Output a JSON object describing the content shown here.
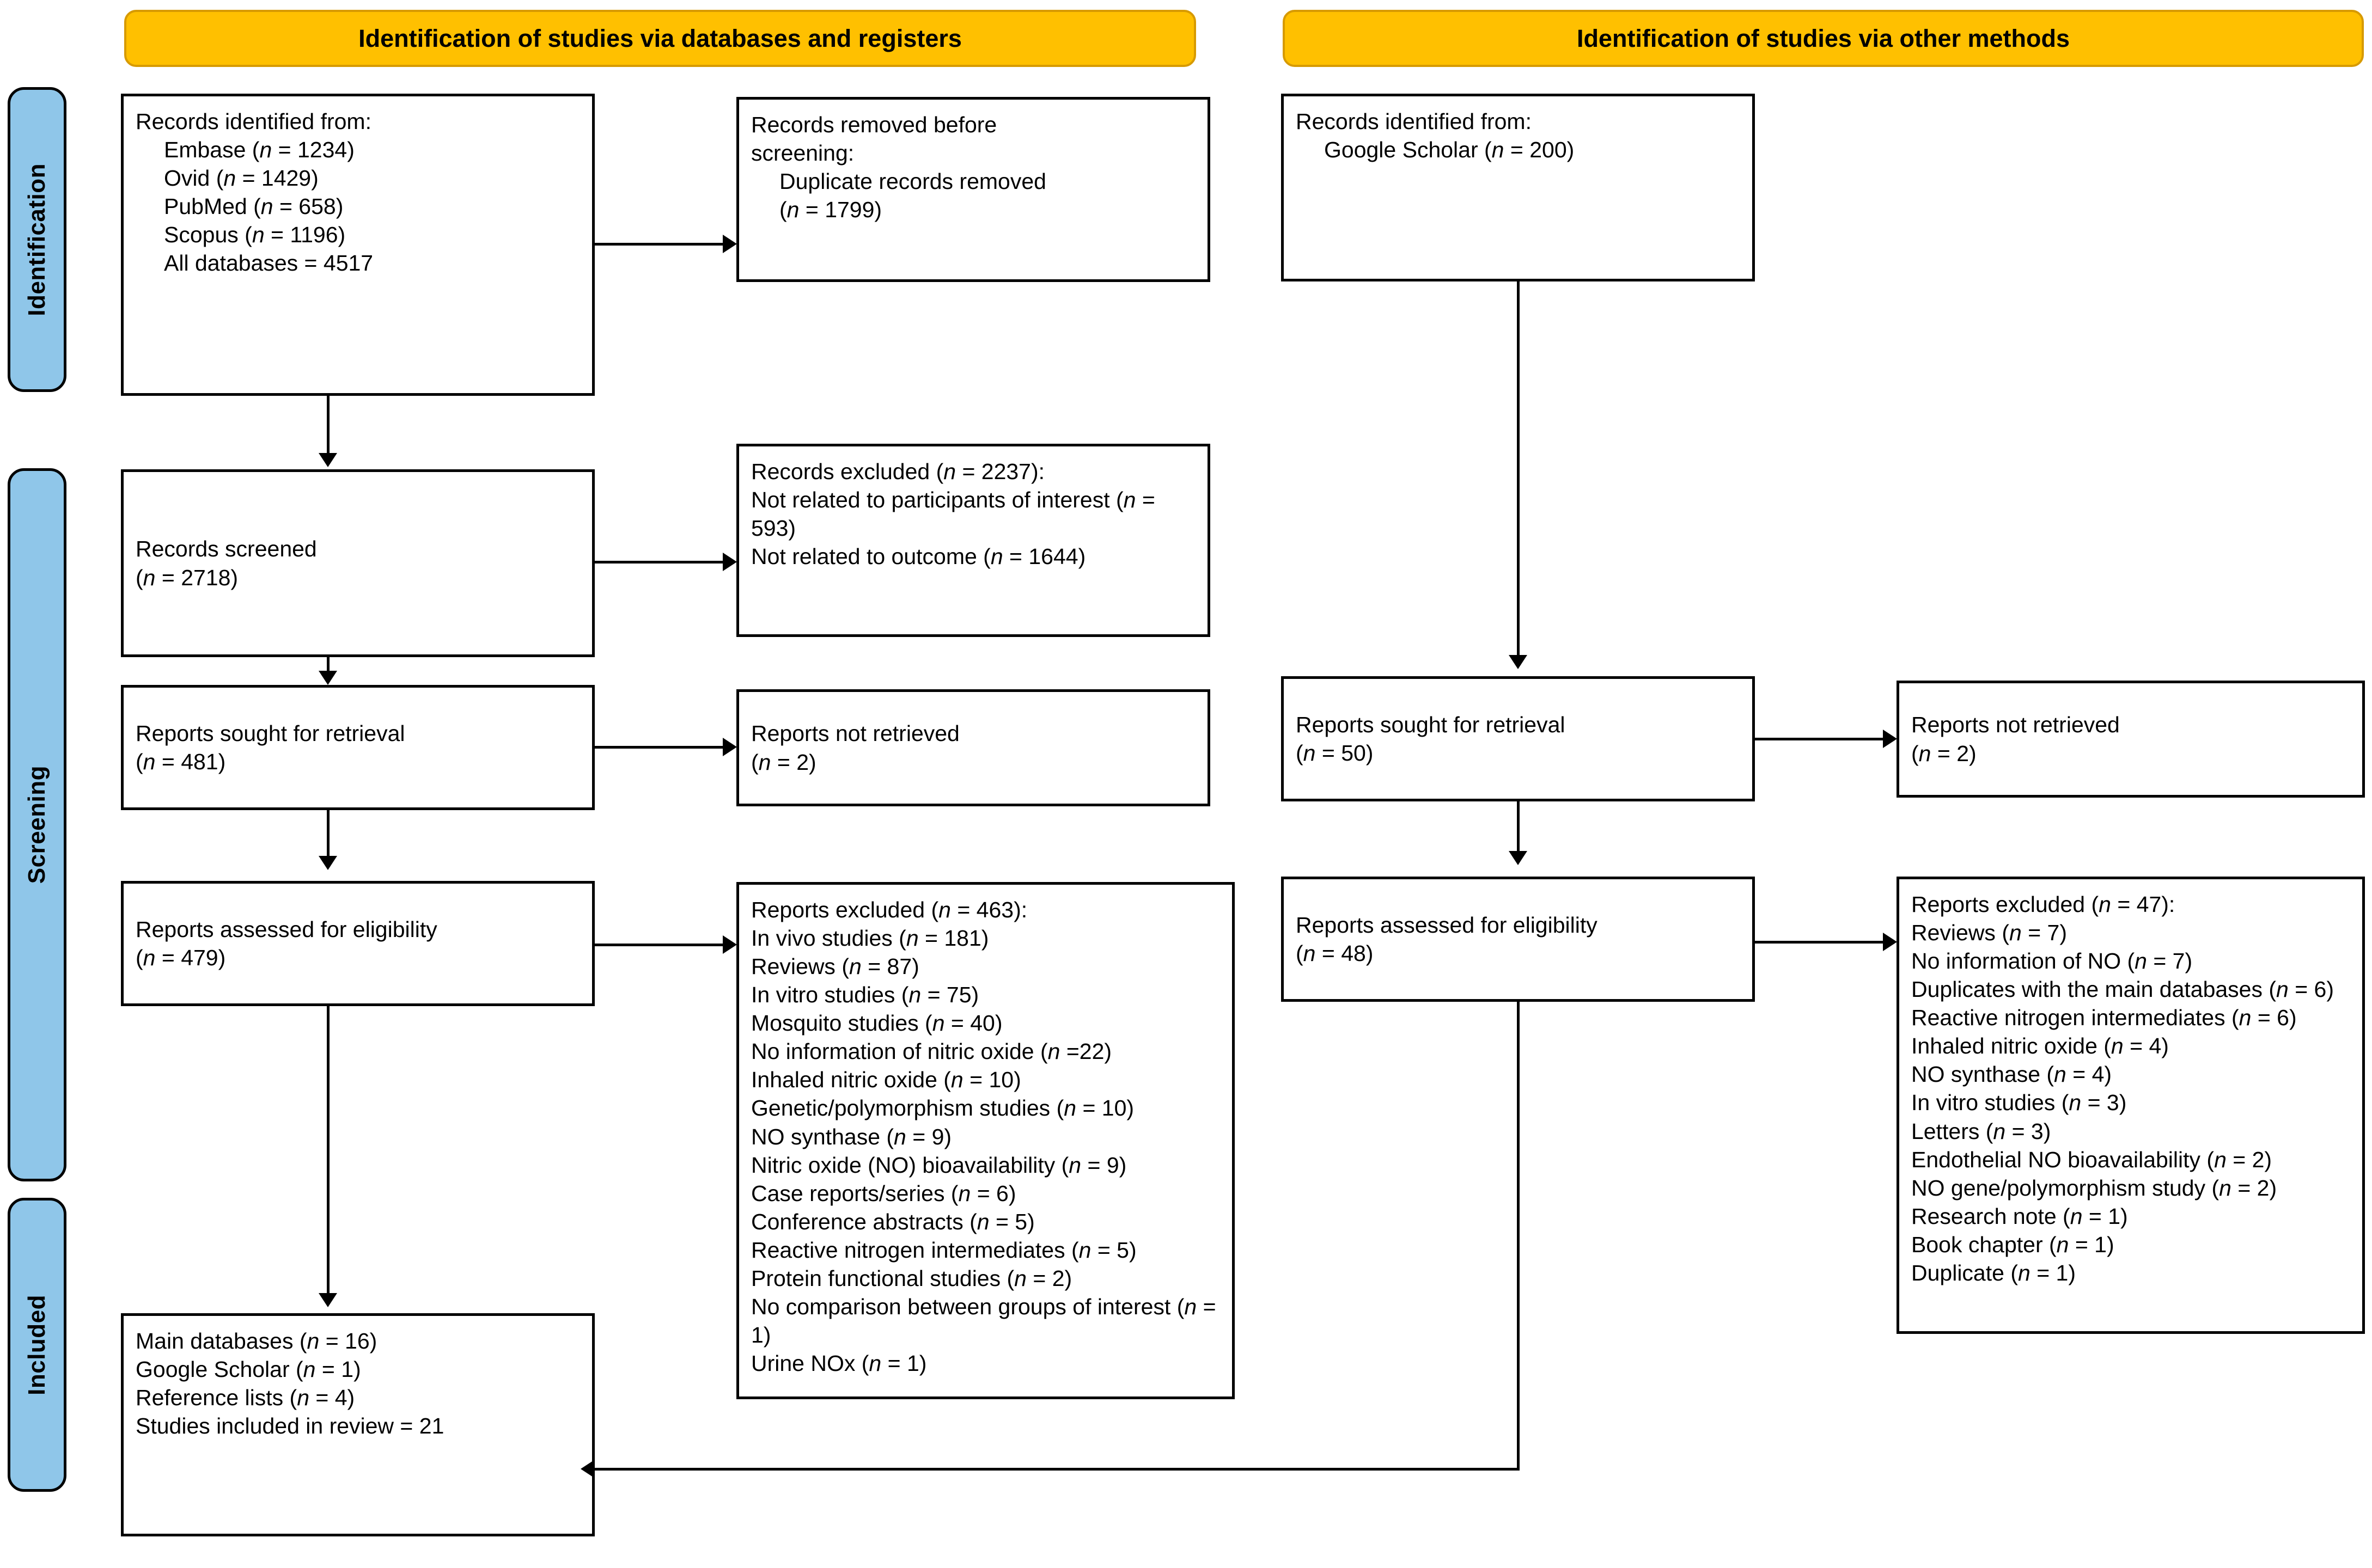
{
  "diagram": {
    "type": "prisma-flow-diagram",
    "colors": {
      "header_fill": "#FFC000",
      "header_border": "#D79A00",
      "phase_fill": "#8FC6E9",
      "box_border": "#000000",
      "background": "#FFFFFF"
    }
  },
  "phases": [
    {
      "id": "identification",
      "label": "Identification"
    },
    {
      "id": "screening",
      "label": "Screening"
    },
    {
      "id": "included",
      "label": "Included"
    }
  ],
  "columns": {
    "databases": {
      "header": "Identification of studies via databases and registers",
      "nodes": {
        "records_identified": {
          "lines": [
            {
              "text": "Records identified from:",
              "indent": false
            },
            {
              "text": "Embase (n = 1234)",
              "indent": true
            },
            {
              "text": "Ovid (n = 1429)",
              "indent": true
            },
            {
              "text": "PubMed (n = 658)",
              "indent": true
            },
            {
              "text": "Scopus (n = 1196)",
              "indent": true
            },
            {
              "text": "All databases = 4517",
              "indent": true
            }
          ]
        },
        "records_removed": {
          "lines": [
            {
              "text": "Records removed before",
              "indent": false
            },
            {
              "text": "screening:",
              "indent": false
            },
            {
              "text": "Duplicate records removed",
              "indent": true
            },
            {
              "text": "(n = 1799)",
              "indent": true
            }
          ]
        },
        "records_screened": {
          "lines": [
            {
              "text": "Records screened",
              "indent": false
            },
            {
              "text": "(n = 2718)",
              "indent": false
            }
          ]
        },
        "records_excluded": {
          "lines": [
            {
              "text": "Records excluded (n = 2237):",
              "indent": false
            },
            {
              "text": "Not related to participants of interest (n = 593)",
              "indent": false
            },
            {
              "text": "Not related to outcome (n = 1644)",
              "indent": false
            }
          ]
        },
        "reports_sought": {
          "lines": [
            {
              "text": "Reports sought for retrieval",
              "indent": false
            },
            {
              "text": "(n = 481)",
              "indent": false
            }
          ]
        },
        "reports_not_retrieved": {
          "lines": [
            {
              "text": "Reports not retrieved",
              "indent": false
            },
            {
              "text": "(n = 2)",
              "indent": false
            }
          ]
        },
        "reports_assessed": {
          "lines": [
            {
              "text": "Reports assessed for eligibility",
              "indent": false
            },
            {
              "text": "(n = 479)",
              "indent": false
            }
          ]
        },
        "reports_excluded": {
          "lines": [
            {
              "text": "Reports excluded (n = 463):",
              "indent": false
            },
            {
              "text": "In vivo studies (n = 181)",
              "indent": false
            },
            {
              "text": "Reviews (n = 87)",
              "indent": false
            },
            {
              "text": "In vitro studies (n = 75)",
              "indent": false
            },
            {
              "text": "Mosquito studies (n = 40)",
              "indent": false
            },
            {
              "text": "No information of nitric oxide (n =22)",
              "indent": false
            },
            {
              "text": "Inhaled nitric oxide (n = 10)",
              "indent": false
            },
            {
              "text": "Genetic/polymorphism studies (n = 10)",
              "indent": false
            },
            {
              "text": "NO synthase (n = 9)",
              "indent": false
            },
            {
              "text": "Nitric oxide (NO) bioavailability (n = 9)",
              "indent": false
            },
            {
              "text": "Case reports/series (n = 6)",
              "indent": false
            },
            {
              "text": "Conference abstracts (n = 5)",
              "indent": false
            },
            {
              "text": "Reactive nitrogen intermediates (n = 5)",
              "indent": false
            },
            {
              "text": "Protein functional studies (n = 2)",
              "indent": false
            },
            {
              "text": "No comparison between groups of interest (n = 1)",
              "indent": false
            },
            {
              "text": "Urine NOx (n = 1)",
              "indent": false
            }
          ]
        },
        "included_summary": {
          "lines": [
            {
              "text": "Main databases (n = 16)",
              "indent": false
            },
            {
              "text": "Google Scholar (n = 1)",
              "indent": false
            },
            {
              "text": "Reference lists (n = 4)",
              "indent": false
            },
            {
              "text": "Studies included in review = 21",
              "indent": false
            }
          ]
        }
      }
    },
    "other_methods": {
      "header": "Identification of studies via other methods",
      "nodes": {
        "records_identified": {
          "lines": [
            {
              "text": "Records identified from:",
              "indent": false
            },
            {
              "text": "Google Scholar (n = 200)",
              "indent": true
            }
          ]
        },
        "reports_sought": {
          "lines": [
            {
              "text": "Reports sought for retrieval",
              "indent": false
            },
            {
              "text": "(n = 50)",
              "indent": false
            }
          ]
        },
        "reports_not_retrieved": {
          "lines": [
            {
              "text": "Reports not retrieved",
              "indent": false
            },
            {
              "text": "(n = 2)",
              "indent": false
            }
          ]
        },
        "reports_assessed": {
          "lines": [
            {
              "text": "Reports assessed for eligibility",
              "indent": false
            },
            {
              "text": "(n = 48)",
              "indent": false
            }
          ]
        },
        "reports_excluded": {
          "lines": [
            {
              "text": "Reports excluded (n = 47):",
              "indent": false
            },
            {
              "text": "Reviews (n = 7)",
              "indent": false
            },
            {
              "text": "No information of NO (n = 7)",
              "indent": false
            },
            {
              "text": "Duplicates with the main databases (n = 6)",
              "indent": false
            },
            {
              "text": "Reactive nitrogen intermediates (n = 6)",
              "indent": false
            },
            {
              "text": "Inhaled nitric oxide (n = 4)",
              "indent": false
            },
            {
              "text": "NO synthase (n = 4)",
              "indent": false
            },
            {
              "text": "In vitro studies (n = 3)",
              "indent": false
            },
            {
              "text": "Letters (n = 3)",
              "indent": false
            },
            {
              "text": "Endothelial NO bioavailability (n = 2)",
              "indent": false
            },
            {
              "text": "NO gene/polymorphism study (n = 2)",
              "indent": false
            },
            {
              "text": "Research note (n = 1)",
              "indent": false
            },
            {
              "text": "Book chapter (n = 1)",
              "indent": false
            },
            {
              "text": "Duplicate (n = 1)",
              "indent": false
            }
          ]
        }
      }
    }
  }
}
